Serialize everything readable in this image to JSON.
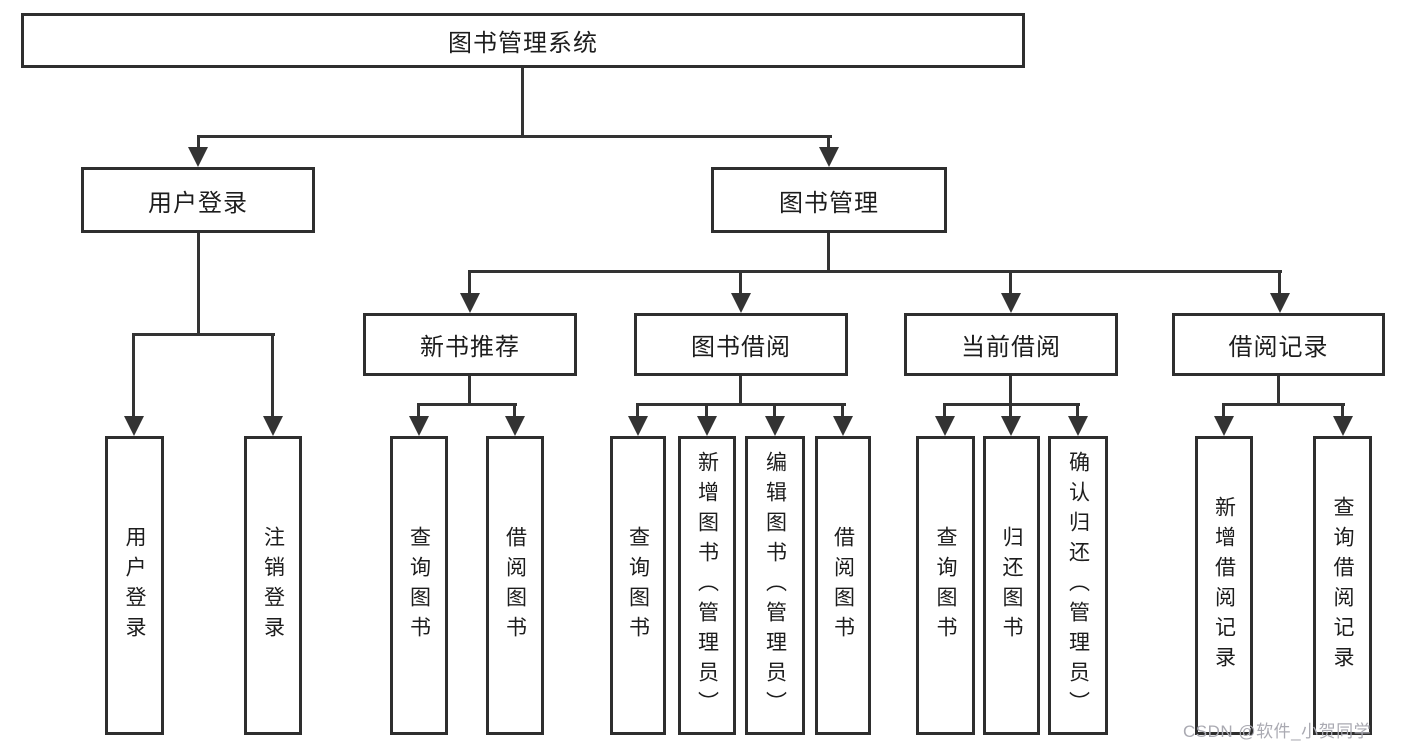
{
  "diagram": {
    "type": "hierarchy-tree",
    "tree": {
      "root": {
        "label": "图书管理系统"
      },
      "branches": [
        {
          "label": "用户登录",
          "children": [
            {
              "label": "用户登录"
            },
            {
              "label": "注销登录"
            }
          ]
        },
        {
          "label": "图书管理",
          "children": [
            {
              "label": "新书推荐",
              "children": [
                {
                  "label": "查询图书"
                },
                {
                  "label": "借阅图书"
                }
              ]
            },
            {
              "label": "图书借阅",
              "children": [
                {
                  "label": "查询图书"
                },
                {
                  "label": "新增图书（管理员）"
                },
                {
                  "label": "编辑图书（管理员）"
                },
                {
                  "label": "借阅图书"
                }
              ]
            },
            {
              "label": "当前借阅",
              "children": [
                {
                  "label": "查询图书"
                },
                {
                  "label": "归还图书"
                },
                {
                  "label": "确认归还（管理员）"
                }
              ]
            },
            {
              "label": "借阅记录",
              "children": [
                {
                  "label": "新增借阅记录"
                },
                {
                  "label": "查询借阅记录"
                }
              ]
            }
          ]
        }
      ]
    },
    "colors": {
      "line": "#333333",
      "box_border": "#2e2e2e",
      "text": "#1d1d1d",
      "background": "#ffffff",
      "watermark": "#aaaab2"
    }
  },
  "watermark": {
    "text": "CSDN @软件_小贺同学"
  }
}
